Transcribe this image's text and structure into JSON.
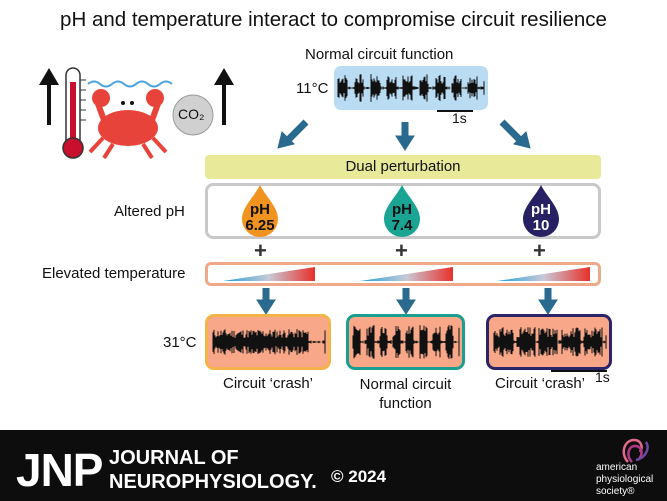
{
  "title": "pH and temperature interact to compromise circuit resilience",
  "top": {
    "normal_label": "Normal circuit function",
    "temp_low": "11°C",
    "scale_label": "1s",
    "co2_label": "CO₂"
  },
  "dual_perturbation": "Dual perturbation",
  "altered_ph_label": "Altered pH",
  "ph_drops": [
    {
      "ph": "pH",
      "value": "6.25",
      "color": "#f0931f"
    },
    {
      "ph": "pH",
      "value": "7.4",
      "color": "#1aa493"
    },
    {
      "ph": "pH",
      "value": "10",
      "color": "#272063"
    }
  ],
  "plus_sign": "+",
  "elevated_temp_label": "Elevated temperature",
  "temp_high": "31°C",
  "outcomes": [
    {
      "label": "Circuit ‘crash’"
    },
    {
      "label1": "Normal circuit",
      "label2": "function"
    },
    {
      "label": "Circuit ‘crash’"
    }
  ],
  "bottom_scale_label": "1s",
  "footer": {
    "jnp": "JNP",
    "journal_line1": "JOURNAL OF",
    "journal_line2": "NEUROPHYSIOLOGY.",
    "copyright": "© 2024",
    "society_line1": "american",
    "society_line2": "physiological",
    "society_line3": "society®"
  },
  "colors": {
    "trace_bg_top": "#b9dcf3",
    "dual_bar": "#e8ea9a",
    "arrow": "#2a6a8e",
    "trace_bg_bottom": "#f8a888",
    "crab": "#e8433a",
    "thermometer": "#c8102e"
  }
}
